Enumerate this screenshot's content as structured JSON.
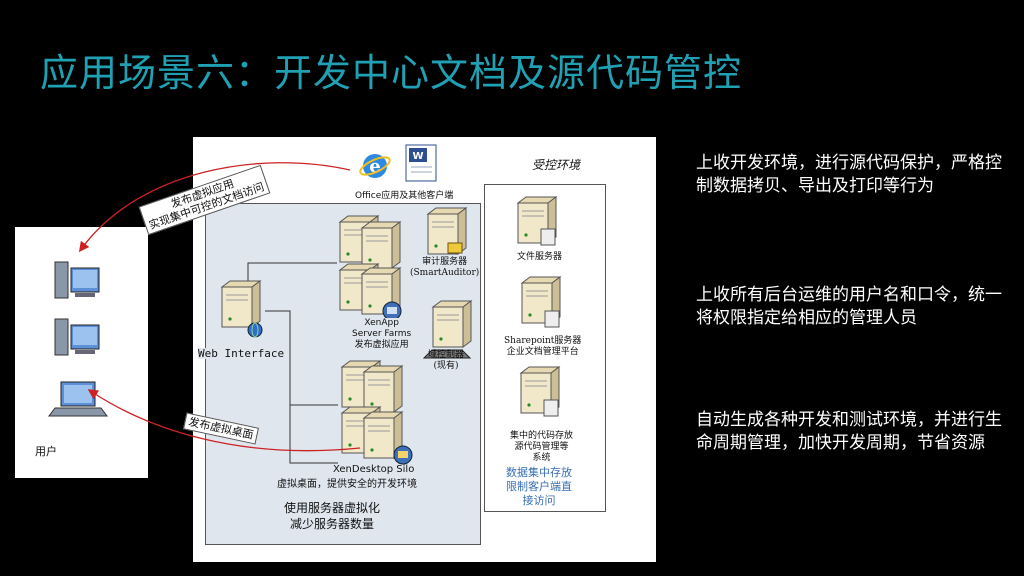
{
  "slide": {
    "title": "应用场景六：开发中心文档及源代码管控"
  },
  "diagram": {
    "office_label": "Office应用及其他客户端",
    "controlled_env": "受控环境",
    "audit_server": [
      "审计服务器",
      "(SmartAuditor)"
    ],
    "file_server": "文件服务器",
    "sharepoint": [
      "Sharepoint服务器",
      "企业文档管理平台"
    ],
    "code_store": [
      "集中的代码存放",
      "源代码管理等",
      "系统"
    ],
    "data_note": [
      "数据集中存放",
      "限制客户端直",
      "接访问"
    ],
    "web_interface": "Web Interface",
    "xenapp": [
      "XenApp",
      "Server Farms",
      "发布虚拟应用"
    ],
    "domain_ctrl": [
      "域控制器",
      "(现有)"
    ],
    "xendesktop": "XenDesktop Silo",
    "xendesktop_desc": "虚拟桌面，提供安全的开发环境",
    "server_virt": [
      "使用服务器虚拟化",
      "减少服务器数量"
    ],
    "user_label": "用户",
    "arrow_app": [
      "发布虚拟应用",
      "实现集中可控的文档访问"
    ],
    "arrow_desktop": "发布虚拟桌面"
  },
  "points": [
    "上收开发环境，进行源代码保护，严格控制数据拷贝、导出及打印等行为",
    "上收所有后台运维的用户名和口令，统一将权限指定给相应的管理人员",
    "自动生成各种开发和测试环境，并进行生命周期管理，加快开发周期，节省资源"
  ],
  "colors": {
    "title": "#1fa1b3",
    "arrow": "#cc2222",
    "data_note": "#3a6fb0"
  },
  "icons": [
    "server-icon",
    "ie-icon",
    "word-icon",
    "desktop-pc-icon",
    "laptop-icon",
    "globe-icon",
    "keyboard-icon",
    "folder-icon"
  ]
}
